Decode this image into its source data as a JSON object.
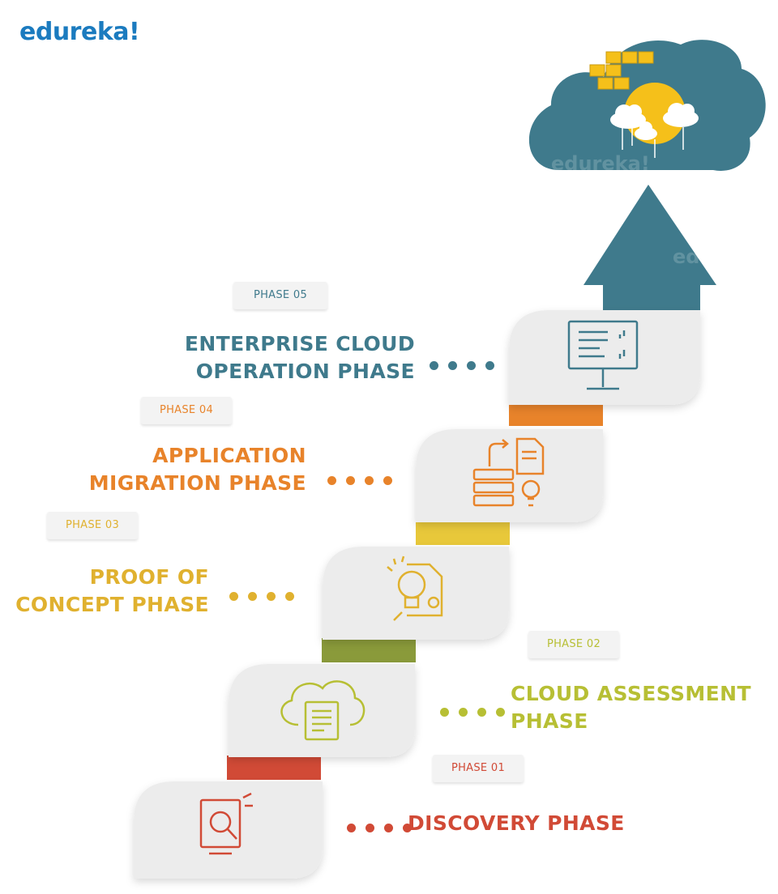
{
  "logo": "edureka!",
  "watermark": "edureka!",
  "phases": [
    {
      "tag": "PHASE 01",
      "line1": "DISCOVERY PHASE",
      "line2": "",
      "color": "#d14a36",
      "icon": "magnifier-document-icon"
    },
    {
      "tag": "PHASE 02",
      "line1": "CLOUD ASSESSMENT",
      "line2": "PHASE",
      "color": "#b7bf34",
      "icon": "cloud-document-icon"
    },
    {
      "tag": "PHASE 03",
      "line1": "PROOF OF",
      "line2": "CONCEPT PHASE",
      "color": "#e0b12f",
      "icon": "lightbulb-report-icon"
    },
    {
      "tag": "PHASE 04",
      "line1": "APPLICATION",
      "line2": "MIGRATION PHASE",
      "color": "#e8832a",
      "icon": "server-migration-icon"
    },
    {
      "tag": "PHASE 05",
      "line1": "ENTERPRISE CLOUD",
      "line2": "OPERATION PHASE",
      "color": "#3f7a8c",
      "icon": "monitor-dashboard-icon"
    }
  ],
  "colors": {
    "logo": "#1b7bbf",
    "cloud": "#3f7a8c",
    "arrow": "#3f7a8c",
    "sun": "#f5c01a",
    "cubes": "#f5c01a",
    "connector_1": "#d14a36",
    "connector_2": "#8a9a3a",
    "connector_3": "#e8c83a",
    "connector_4": "#e8832a"
  }
}
